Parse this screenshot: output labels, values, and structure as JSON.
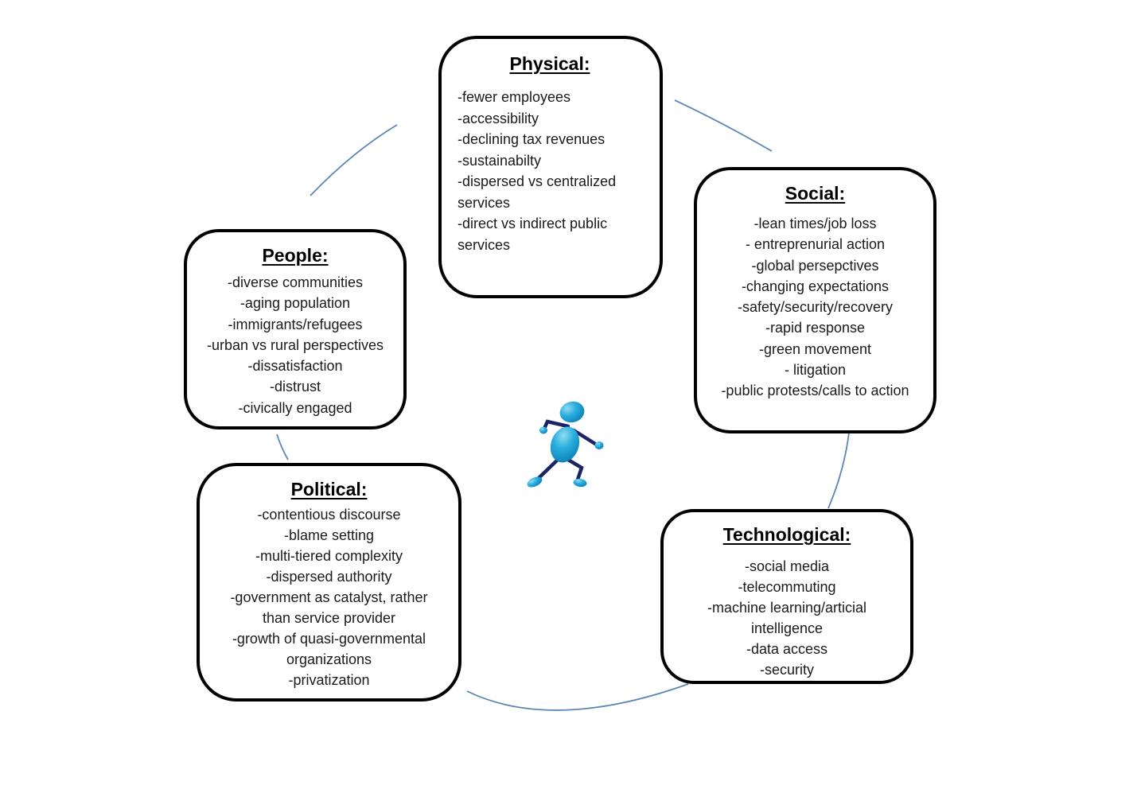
{
  "colors": {
    "background": "#ffffff",
    "box_border": "#000000",
    "box_fill": "#ffffff",
    "arc_stroke": "#5b86b8",
    "figure_limbs": "#1b2566",
    "figure_body_light": "#8edcf2",
    "figure_body_mid": "#2aaede",
    "figure_body_dark": "#0a7fb5"
  },
  "figure": {
    "name": "running-stick-figure"
  },
  "boxes": {
    "physical": {
      "title": "Physical:",
      "items": [
        "-fewer employees",
        "-accessibility",
        "-declining tax revenues",
        "-sustainabilty",
        "-dispersed vs centralized services",
        "-direct vs indirect public services"
      ]
    },
    "social": {
      "title": "Social:",
      "items": [
        "-lean times/job loss",
        "- entreprenurial action",
        "-global persepctives",
        "-changing expectations",
        "-safety/security/recovery",
        "-rapid response",
        "-green movement",
        "- litigation",
        "-public protests/calls to action"
      ]
    },
    "people": {
      "title": "People:",
      "items": [
        "-diverse communities",
        "-aging population",
        "-immigrants/refugees",
        "-urban vs rural perspectives",
        "-dissatisfaction",
        "-distrust",
        "-civically engaged"
      ]
    },
    "political": {
      "title": "Political:",
      "items": [
        "-contentious discourse",
        "-blame setting",
        "-multi-tiered complexity",
        "-dispersed authority",
        "-government as catalyst, rather than service provider",
        "-growth of quasi-governmental organizations",
        "-privatization"
      ]
    },
    "technological": {
      "title": "Technological:",
      "items": [
        "-social media",
        "-telecommuting",
        "-machine learning/articial intelligence",
        "-data access",
        "-security"
      ]
    }
  }
}
